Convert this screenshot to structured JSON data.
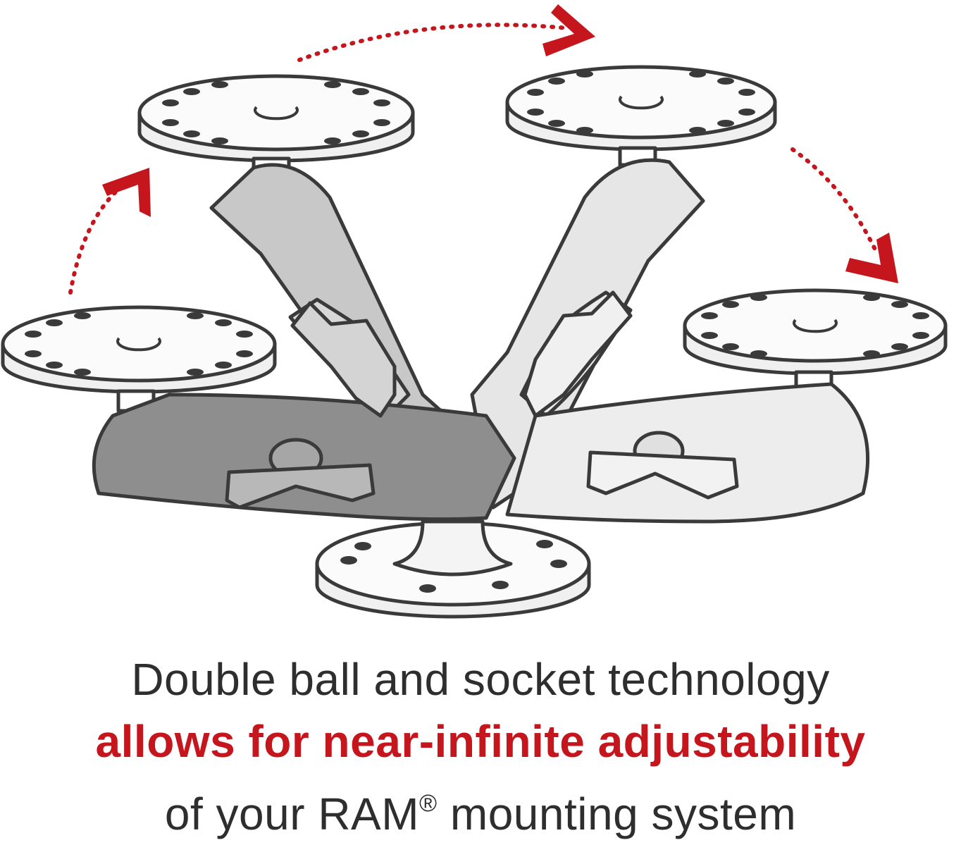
{
  "caption": {
    "line1": "Double ball and socket technology",
    "line2": "allows for near-infinite adjustability",
    "line3_before": "of your RAM",
    "line3_mark": "®",
    "line3_after": " mounting system"
  },
  "colors": {
    "accent_red": "#c4161c",
    "text_dark": "#2e2e2e",
    "outline": "#3a3a3a",
    "arm_dark": "#8e8e8e",
    "arm_mid": "#c8c8c8",
    "arm_light": "#ececec",
    "plate_fill": "#fbfbfb"
  },
  "icons": [
    "curved-dotted-arrow-icon",
    "round-mounting-plate-icon",
    "double-socket-arm-icon",
    "wing-knob-icon"
  ]
}
